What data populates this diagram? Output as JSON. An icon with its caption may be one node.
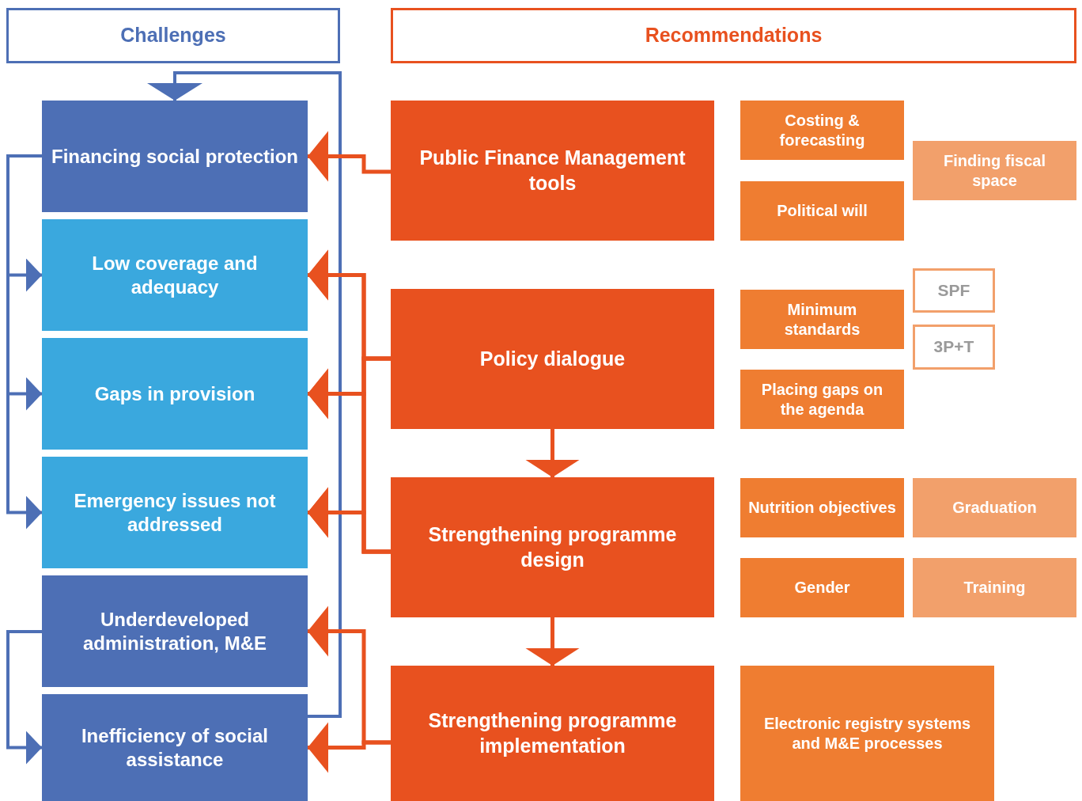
{
  "diagram": {
    "nodes": [
      {
        "text": [
          "Challenges"
        ]
      },
      {
        "text": [
          "Recommendations"
        ]
      },
      {
        "text": [
          "Financing social protection"
        ]
      },
      {
        "text": [
          "Low coverage and adequacy"
        ]
      },
      {
        "text": [
          "Gaps in provision"
        ]
      },
      {
        "text": [
          "Emergency issues not addressed"
        ]
      },
      {
        "text": [
          "Underdeveloped administration, M&E"
        ]
      },
      {
        "text": [
          "Inefficiency of social assistance"
        ]
      },
      {
        "text": [
          "Public Finance Management tools"
        ]
      },
      {
        "text": [
          "Policy dialogue"
        ]
      },
      {
        "text": [
          "Strengthening programme design"
        ]
      },
      {
        "text": [
          "Strengthening programme implementation"
        ]
      },
      {
        "text": [
          "Costing & forecasting"
        ]
      },
      {
        "text": [
          "Political will"
        ]
      },
      {
        "text": [
          "Finding fiscal space"
        ]
      },
      {
        "text": [
          "Minimum standards"
        ]
      },
      {
        "text": [
          "Placing gaps on the agenda"
        ]
      },
      {
        "text": [
          "SPF"
        ]
      },
      {
        "text": [
          "3P+T"
        ]
      },
      {
        "text": [
          "Nutrition objectives"
        ]
      },
      {
        "text": [
          "Graduation"
        ]
      },
      {
        "text": [
          "Gender"
        ]
      },
      {
        "text": [
          "Training"
        ]
      },
      {
        "text": [
          "Electronic registry systems and M&E processes"
        ]
      }
    ],
    "edges": [
      {
        "from": 7,
        "to": 2,
        "arrow": "to",
        "color": "#4d6fb5"
      },
      {
        "from": 2,
        "to": 3,
        "arrow": "to",
        "color": "#4d6fb5"
      },
      {
        "from": 2,
        "to": 4,
        "arrow": "to",
        "color": "#4d6fb5"
      },
      {
        "from": 2,
        "to": 5,
        "arrow": "to",
        "color": "#4d6fb5"
      },
      {
        "from": 6,
        "to": 7,
        "arrow": "to",
        "color": "#4d6fb5"
      },
      {
        "from": 8,
        "to": 2,
        "arrow": "to"
      },
      {
        "from": 9,
        "to": 3,
        "arrow": "to"
      },
      {
        "from": 9,
        "to": 4,
        "arrow": "to"
      },
      {
        "from": 9,
        "to": 5,
        "arrow": "to"
      },
      {
        "from": 10,
        "to": 3,
        "arrow": "to"
      },
      {
        "from": 10,
        "to": 4,
        "arrow": "to"
      },
      {
        "from": 10,
        "to": 5,
        "arrow": "to"
      },
      {
        "from": 11,
        "to": 6,
        "arrow": "to"
      },
      {
        "from": 11,
        "to": 7,
        "arrow": "to"
      },
      {
        "from": 9,
        "to": 10,
        "arrow": "to"
      },
      {
        "from": 10,
        "to": 11,
        "arrow": "to"
      }
    ]
  }
}
